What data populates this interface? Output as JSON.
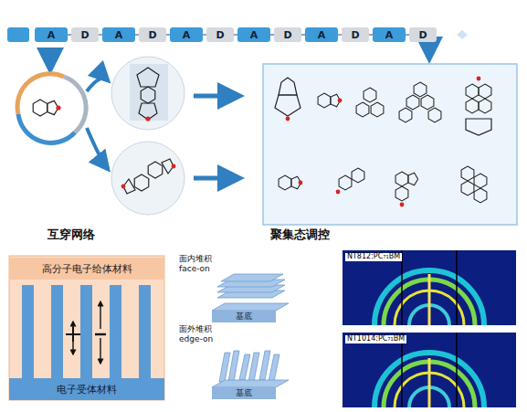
{
  "diagram": {
    "nodes": [
      {
        "text": [
          "A"
        ]
      },
      {
        "text": [
          "D"
        ]
      },
      {
        "text": [
          "A"
        ]
      },
      {
        "text": [
          "D"
        ]
      },
      {
        "text": [
          "A"
        ]
      },
      {
        "text": [
          "D"
        ]
      },
      {
        "text": [
          "A"
        ]
      },
      {
        "text": [
          "D"
        ]
      },
      {
        "text": [
          "A"
        ]
      },
      {
        "text": [
          "D"
        ]
      },
      {
        "text": [
          "A"
        ]
      },
      {
        "text": [
          "D"
        ]
      },
      {
        "text": [
          "高分子电子给体材料"
        ]
      },
      {
        "text": [
          "电子受体材料"
        ]
      },
      {
        "text": [
          "基底"
        ]
      },
      {
        "text": [
          "基底"
        ]
      }
    ],
    "edges": [
      {
        "from": 0,
        "to": 1,
        "arrow": "none"
      },
      {
        "from": 1,
        "to": 2,
        "arrow": "none"
      },
      {
        "from": 2,
        "to": 3,
        "arrow": "none"
      },
      {
        "from": 3,
        "to": 4,
        "arrow": "none"
      },
      {
        "from": 4,
        "to": 5,
        "arrow": "none"
      },
      {
        "from": 5,
        "to": 6,
        "arrow": "none"
      },
      {
        "from": 6,
        "to": 7,
        "arrow": "none"
      },
      {
        "from": 7,
        "to": 8,
        "arrow": "none"
      },
      {
        "from": 8,
        "to": 9,
        "arrow": "none"
      },
      {
        "from": 9,
        "to": 10,
        "arrow": "none"
      },
      {
        "from": 10,
        "to": 11,
        "arrow": "none"
      }
    ],
    "labels": [
      "互穿网络",
      "聚集态调控",
      "面内堆积",
      "face-on",
      "面外堆积",
      "edge-on",
      "NT812:PC₇₁BM",
      "NT1014:PC₇₁BM"
    ]
  }
}
